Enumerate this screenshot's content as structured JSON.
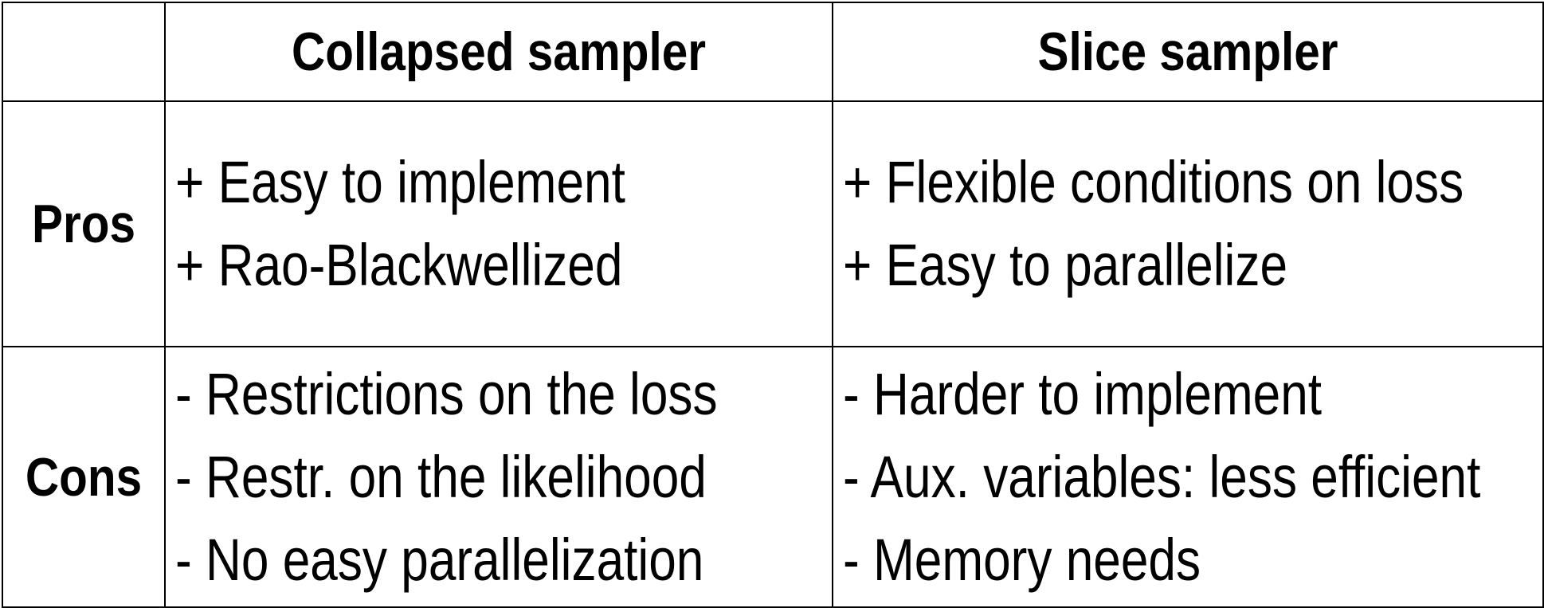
{
  "table": {
    "corner": "",
    "columns": [
      "Collapsed sampler",
      "Slice sampler"
    ],
    "rows": [
      {
        "label": "Pros",
        "cells": [
          [
            "+ Easy to implement",
            "+ Rao-Blackwellized"
          ],
          [
            "+ Flexible conditions on loss",
            "+ Easy to parallelize"
          ]
        ]
      },
      {
        "label": "Cons",
        "cells": [
          [
            "- Restrictions on the loss",
            "- Restr. on the likelihood",
            "- No easy parallelization"
          ],
          [
            "- Harder to implement",
            "- Aux. variables: less efficient",
            "- Memory needs"
          ]
        ]
      }
    ]
  }
}
